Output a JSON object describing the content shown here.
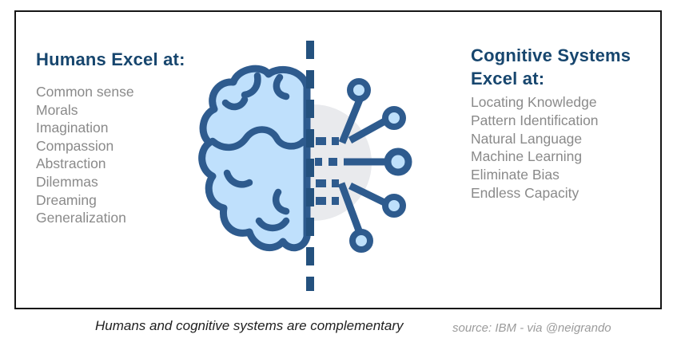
{
  "panel": {
    "left": {
      "heading": "Humans Excel at:",
      "items": [
        "Common sense",
        "Morals",
        "Imagination",
        "Compassion",
        "Abstraction",
        "Dilemmas",
        "Dreaming",
        "Generalization"
      ]
    },
    "right": {
      "heading": "Cognitive Systems Excel at:",
      "items": [
        "Locating Knowledge",
        "Pattern Identification",
        "Natural Language",
        "Machine Learning",
        "Eliminate Bias",
        "Endless Capacity"
      ]
    }
  },
  "icon": {
    "name": "half-brain-half-circuit-icon",
    "parts": [
      "brain-left-hemisphere-icon",
      "dashed-divider-line",
      "circuit-right-hemisphere-icon"
    ]
  },
  "caption": {
    "text": "Humans and cognitive systems are complementary",
    "source": "source: IBM - via @neigrando"
  },
  "colors": {
    "heading": "#17466E",
    "list": "#8A8A8A",
    "caption": "#1F1F1F",
    "source": "#9B9B9B",
    "border": "#161616",
    "navy": "#2E5B8E",
    "divider": "#24517E",
    "brainFill": "#BFE0FC",
    "nodeFill": "#BEE0FB",
    "grayCircle": "#E9EAED"
  }
}
